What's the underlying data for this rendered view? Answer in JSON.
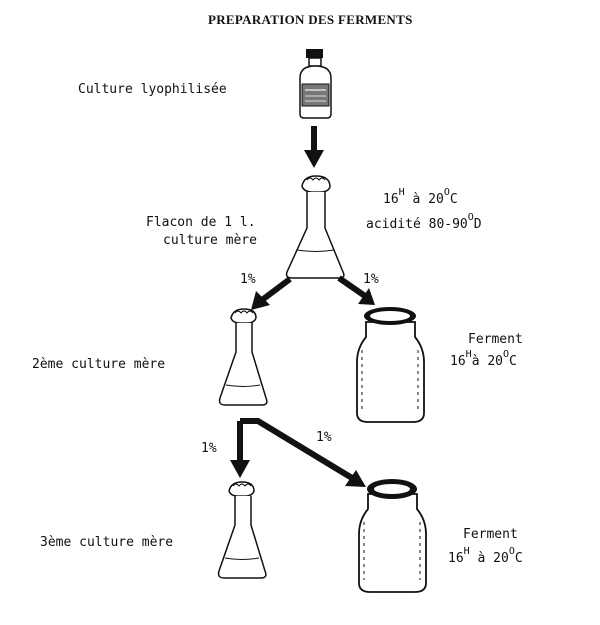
{
  "title": "PREPARATION DES FERMENTS",
  "labels": {
    "lyophilised": "Culture lyophilisée",
    "flask_line1": "Flacon de 1 l.",
    "flask_line2": "culture mère",
    "cond_time_a": "16",
    "cond_time_b": "à 20",
    "cond_time_c": "C",
    "cond_acid_a": "acidité 80-90",
    "cond_acid_b": "D",
    "second_mother": "2ème culture mère",
    "third_mother": "3ème culture mère",
    "ferment_1": "Ferment",
    "ferment_1_a": "16",
    "ferment_1_b": "à 20",
    "ferment_1_c": "C",
    "ferment_2": "Ferment",
    "ferment_2_a": "16",
    "ferment_2_b": "à 20",
    "ferment_2_c": "C",
    "sup_h": "H",
    "sup_o": "O",
    "pct_1": "1%",
    "pct_2": "1%",
    "pct_3": "1%",
    "pct_4": "1%"
  },
  "colors": {
    "ink": "#111111",
    "paper": "#ffffff"
  }
}
